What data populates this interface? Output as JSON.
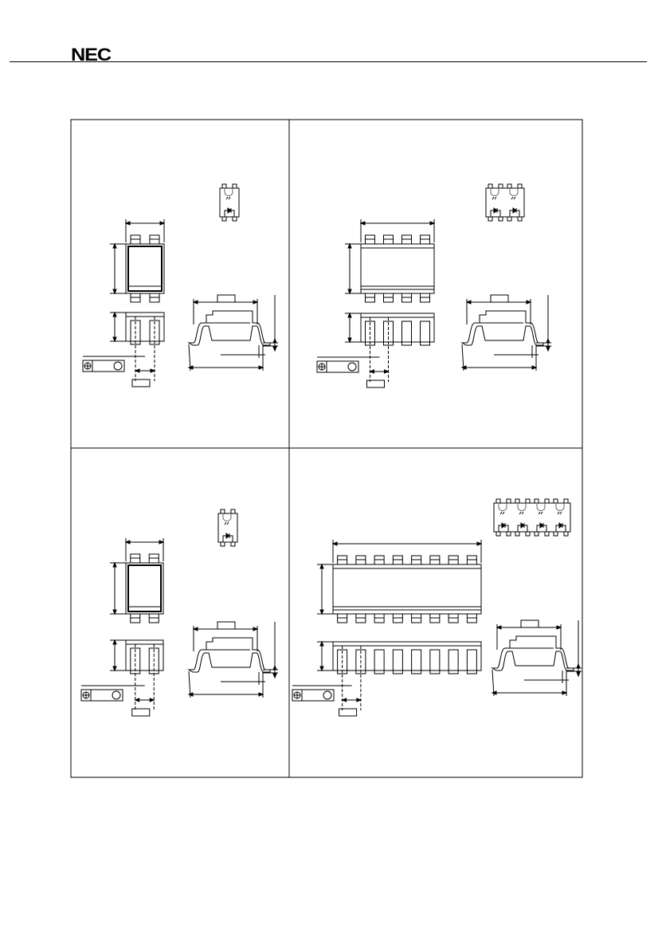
{
  "header": {
    "logo": "NEC"
  },
  "packages": [
    {
      "pins": 4,
      "channels": 1
    },
    {
      "pins": 8,
      "channels": 2
    },
    {
      "pins": 4,
      "channels": 1
    },
    {
      "pins": 16,
      "channels": 4
    }
  ],
  "colors": {
    "ink": "#000000",
    "background": "#ffffff"
  }
}
